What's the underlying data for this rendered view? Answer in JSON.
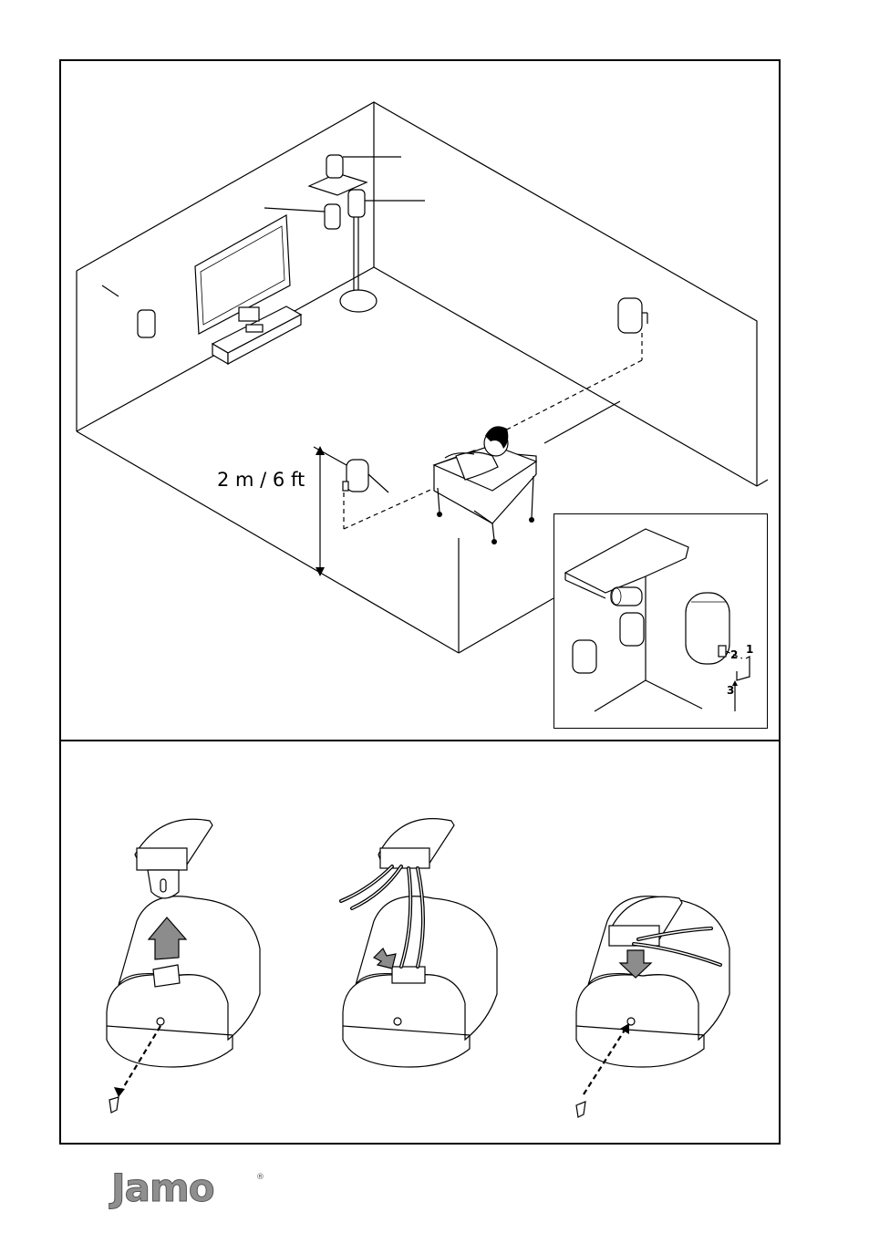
{
  "figure": {
    "height_label": "2 m / 6 ft",
    "inset_steps": [
      "1",
      "2",
      "3"
    ]
  },
  "brand": {
    "logo_text": "Jamo",
    "registered_mark": "®"
  }
}
